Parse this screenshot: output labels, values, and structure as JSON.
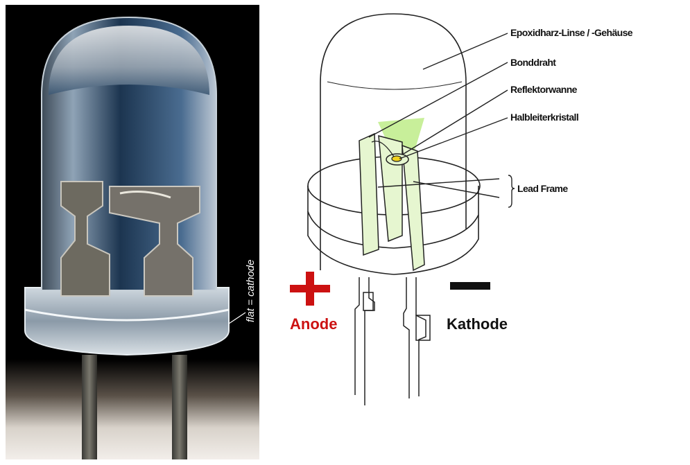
{
  "photo": {
    "flat_label": "flat = cathode"
  },
  "diagram": {
    "labels": {
      "epoxy": "Epoxidharz-Linse / -Gehäuse",
      "bond_wire": "Bonddraht",
      "reflector": "Reflektorwanne",
      "chip": "Halbleiterkristall",
      "lead_frame": "Lead Frame"
    },
    "anode_label": "Anode",
    "cathode_label": "Kathode",
    "colors": {
      "plus": "#cc1111",
      "minus": "#111111",
      "glow": "#c8ef9a",
      "chip": "#f1d21f"
    }
  }
}
